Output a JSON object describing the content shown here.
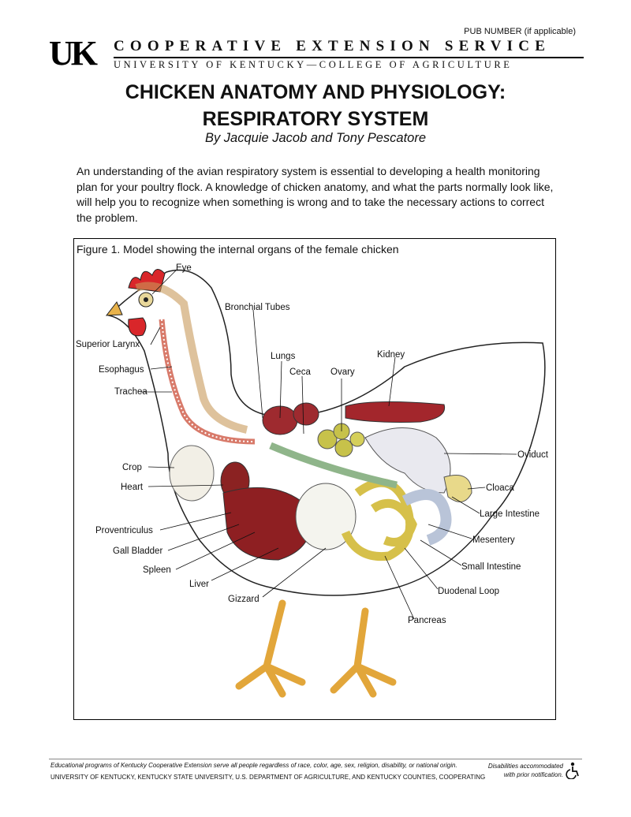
{
  "pub_number": "PUB NUMBER (if applicable)",
  "header": {
    "logo": "UK",
    "service": "COOPERATIVE EXTENSION SERVICE",
    "university": "UNIVERSITY OF KENTUCKY—COLLEGE OF AGRICULTURE"
  },
  "title_line1": "CHICKEN ANATOMY AND PHYSIOLOGY:",
  "title_line2": "RESPIRATORY SYSTEM",
  "authors": "By Jacquie Jacob and Tony Pescatore",
  "intro": "An understanding of the avian respiratory system is essential to developing a health monitoring plan for your poultry flock. A knowledge of chicken anatomy, and what the parts normally look like, will help you to recognize when something is wrong and to take the necessary actions to correct the problem.",
  "figure": {
    "caption": "Figure 1. Model showing the internal organs of the female chicken",
    "labels": {
      "eye": "Eye",
      "bronchial": "Bronchial Tubes",
      "larynx": "Superior Larynx",
      "esophagus": "Esophagus",
      "trachea": "Trachea",
      "lungs": "Lungs",
      "ceca": "Ceca",
      "ovary": "Ovary",
      "kidney": "Kidney",
      "oviduct": "Oviduct",
      "crop": "Crop",
      "heart": "Heart",
      "cloaca": "Cloaca",
      "large_intestine": "Large Intestine",
      "proventriculus": "Proventriculus",
      "mesentery": "Mesentery",
      "gall_bladder": "Gall Bladder",
      "small_intestine": "Small Intestine",
      "spleen": "Spleen",
      "liver": "Liver",
      "duodenal_loop": "Duodenal Loop",
      "gizzard": "Gizzard",
      "pancreas": "Pancreas"
    }
  },
  "footer": {
    "line1": "Educational programs of Kentucky Cooperative Extension serve all people regardless of race, color, age, sex, religion, disability, or national origin.",
    "line2": "UNIVERSITY OF KENTUCKY, KENTUCKY STATE UNIVERSITY, U.S. DEPARTMENT OF AGRICULTURE, AND KENTUCKY COUNTIES, COOPERATING",
    "access_line1": "Disabilities accommodated",
    "access_line2": "with prior notification."
  }
}
